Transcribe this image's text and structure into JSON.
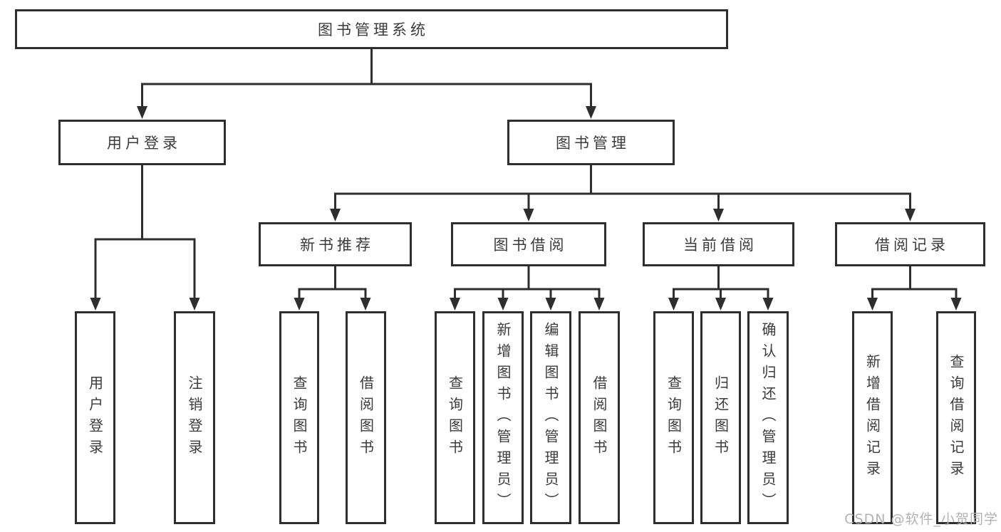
{
  "diagram": {
    "title": "图书管理系统",
    "root": {
      "label": "图书管理系统",
      "children": [
        {
          "label": "用户登录",
          "children": [
            {
              "label": "用户登录"
            },
            {
              "label": "注销登录"
            }
          ]
        },
        {
          "label": "图书管理",
          "children": [
            {
              "label": "新书推荐",
              "children": [
                {
                  "label": "查询图书"
                },
                {
                  "label": "借阅图书"
                }
              ]
            },
            {
              "label": "图书借阅",
              "children": [
                {
                  "label": "查询图书"
                },
                {
                  "label": "新增图书（管理员）"
                },
                {
                  "label": "编辑图书（管理员）"
                },
                {
                  "label": "借阅图书"
                }
              ]
            },
            {
              "label": "当前借阅",
              "children": [
                {
                  "label": "查询图书"
                },
                {
                  "label": "归还图书"
                },
                {
                  "label": "确认归还（管理员）"
                }
              ]
            },
            {
              "label": "借阅记录",
              "children": [
                {
                  "label": "新增借阅记录"
                },
                {
                  "label": "查询借阅记录"
                }
              ]
            }
          ]
        }
      ]
    }
  },
  "watermark": {
    "text": "CSDN @软件_小贺同学"
  },
  "colors": {
    "line": "#2e2e2e",
    "text": "#3b3b3b",
    "watermark": "#b3b3b3",
    "background": "#ffffff"
  }
}
